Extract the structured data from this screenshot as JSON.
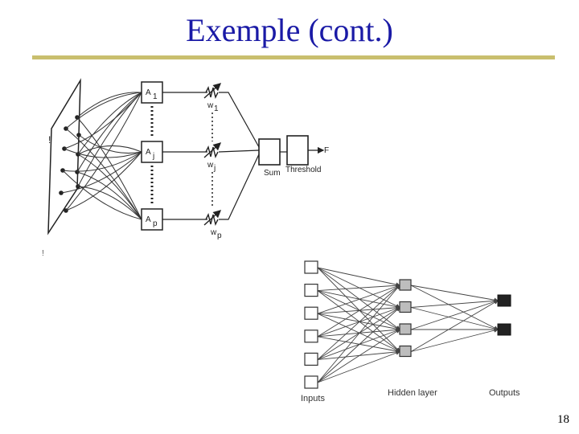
{
  "slide": {
    "title": "Exemple (cont.)",
    "page_number": "18"
  },
  "perceptron": {
    "units": [
      {
        "letter": "A",
        "index": "1"
      },
      {
        "letter": "A",
        "index": "j"
      },
      {
        "letter": "A",
        "index": "p"
      }
    ],
    "weights": [
      {
        "letter": "w",
        "index": "1"
      },
      {
        "letter": "w",
        "index": "j"
      },
      {
        "letter": "w",
        "index": "p"
      }
    ],
    "sum_label": "Sum",
    "threshold_label": "Threshold",
    "output_label": "F",
    "stipple_marks": [
      "!",
      "!"
    ]
  },
  "mlp": {
    "layers": [
      {
        "label": "Inputs",
        "nodes": 6
      },
      {
        "label": "Hidden layer",
        "nodes": 4
      },
      {
        "label": "Outputs",
        "nodes": 2
      }
    ]
  }
}
